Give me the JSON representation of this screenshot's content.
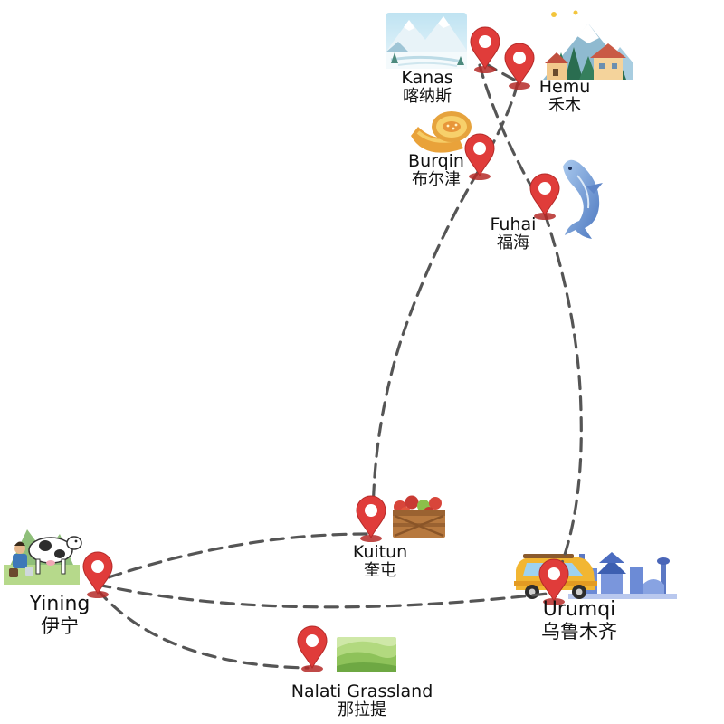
{
  "map": {
    "places": [
      {
        "id": "kanas",
        "en": "Kanas",
        "zh": "喀纳斯"
      },
      {
        "id": "hemu",
        "en": "Hemu",
        "zh": "禾木"
      },
      {
        "id": "burqin",
        "en": "Burqin",
        "zh": "布尔津"
      },
      {
        "id": "fuhai",
        "en": "Fuhai",
        "zh": "福海"
      },
      {
        "id": "kuitun",
        "en": "Kuitun",
        "zh": "奎屯"
      },
      {
        "id": "yining",
        "en": "Yining",
        "zh": "伊宁"
      },
      {
        "id": "urumqi",
        "en": "Urumqi",
        "zh": "乌鲁木齐"
      },
      {
        "id": "nalati",
        "en": "Nalati Grassland",
        "zh": "那拉提"
      }
    ],
    "routes": [
      [
        "kanas",
        "hemu"
      ],
      [
        "hemu",
        "burqin"
      ],
      [
        "kanas",
        "fuhai"
      ],
      [
        "burqin",
        "kuitun"
      ],
      [
        "fuhai",
        "urumqi"
      ],
      [
        "kuitun",
        "yining"
      ],
      [
        "yining",
        "urumqi"
      ],
      [
        "yining",
        "nalati"
      ]
    ],
    "colors": {
      "pin": "#e03c3a",
      "pin_dark": "#b52a28",
      "route": "#555555"
    },
    "icons": [
      {
        "place": "kanas",
        "icon": "snowy-mountain-lake-icon"
      },
      {
        "place": "hemu",
        "icon": "mountain-village-icon"
      },
      {
        "place": "burqin",
        "icon": "melon-icon"
      },
      {
        "place": "fuhai",
        "icon": "fish-icon"
      },
      {
        "place": "kuitun",
        "icon": "fruit-crate-icon"
      },
      {
        "place": "yining",
        "icon": "milking-cow-icon"
      },
      {
        "place": "urumqi",
        "icon": "car-and-city-icon"
      },
      {
        "place": "nalati",
        "icon": "grassland-icon"
      }
    ]
  }
}
